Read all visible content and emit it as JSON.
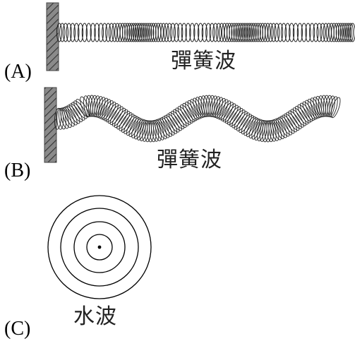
{
  "panels": [
    {
      "label": "(A)",
      "caption": "彈簧波",
      "kind": "longitudinal-spring"
    },
    {
      "label": "(B)",
      "caption": "彈簧波",
      "kind": "transverse-spring"
    },
    {
      "label": "(C)",
      "caption": "水波",
      "kind": "water-ripples"
    }
  ],
  "colors": {
    "ink": "#000000",
    "wall_fill": "#8a8a8a",
    "wall_hatch": "#333333",
    "coil": "#222222"
  }
}
